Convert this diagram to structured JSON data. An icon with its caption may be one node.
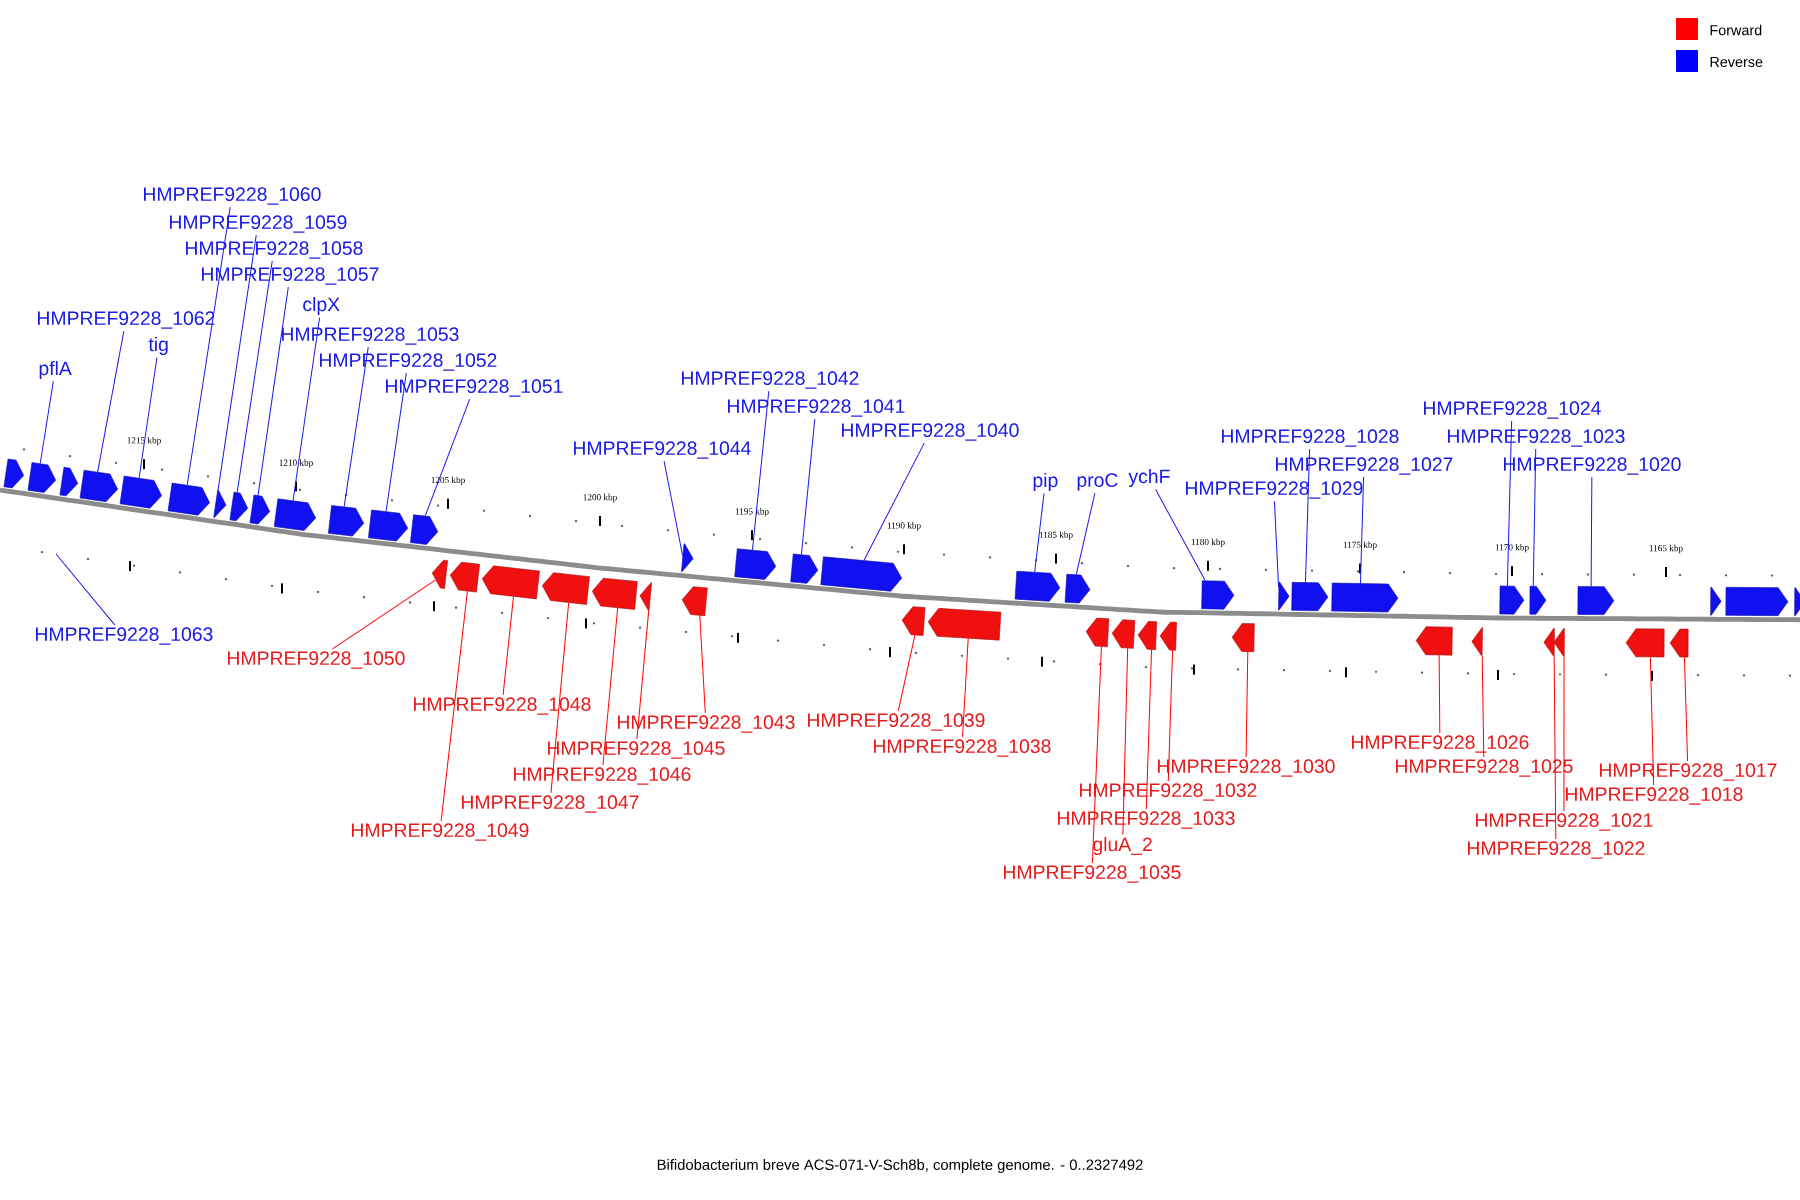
{
  "diagram": {
    "caption": "Bifidobacterium breve ACS-071-V-Sch8b, complete genome. - 0..2327492",
    "nodes": [
      {
        "text": [
          "HMPREF9228_1060"
        ]
      },
      {
        "text": [
          "HMPREF9228_1059"
        ]
      },
      {
        "text": [
          "HMPREF9228_1058"
        ]
      },
      {
        "text": [
          "HMPREF9228_1057"
        ]
      },
      {
        "text": [
          "clpX"
        ]
      },
      {
        "text": [
          "HMPREF9228_1062"
        ]
      },
      {
        "text": [
          "HMPREF9228_1053"
        ]
      },
      {
        "text": [
          "tig"
        ]
      },
      {
        "text": [
          "HMPREF9228_1052"
        ]
      },
      {
        "text": [
          "pflA"
        ]
      },
      {
        "text": [
          "HMPREF9228_1051"
        ]
      },
      {
        "text": [
          "HMPREF9228_1044"
        ]
      },
      {
        "text": [
          "HMPREF9228_1042"
        ]
      },
      {
        "text": [
          "HMPREF9228_1041"
        ]
      },
      {
        "text": [
          "HMPREF9228_1040"
        ]
      },
      {
        "text": [
          "pip"
        ]
      },
      {
        "text": [
          "proC"
        ]
      },
      {
        "text": [
          "ychF"
        ]
      },
      {
        "text": [
          "HMPREF9228_1028"
        ]
      },
      {
        "text": [
          "HMPREF9228_1027"
        ]
      },
      {
        "text": [
          "HMPREF9228_1029"
        ]
      },
      {
        "text": [
          "HMPREF9228_1024"
        ]
      },
      {
        "text": [
          "HMPREF9228_1023"
        ]
      },
      {
        "text": [
          "HMPREF9228_1020"
        ]
      },
      {
        "text": [
          "HMPREF9228_1063"
        ]
      },
      {
        "text": [
          "HMPREF9228_1050"
        ]
      },
      {
        "text": [
          "HMPREF9228_1048"
        ]
      },
      {
        "text": [
          "HMPREF9228_1043"
        ]
      },
      {
        "text": [
          "HMPREF9228_1045"
        ]
      },
      {
        "text": [
          "HMPREF9228_1046"
        ]
      },
      {
        "text": [
          "HMPREF9228_1047"
        ]
      },
      {
        "text": [
          "HMPREF9228_1049"
        ]
      },
      {
        "text": [
          "HMPREF9228_1039"
        ]
      },
      {
        "text": [
          "HMPREF9228_1038"
        ]
      },
      {
        "text": [
          "HMPREF9228_1030"
        ]
      },
      {
        "text": [
          "HMPREF9228_1032"
        ]
      },
      {
        "text": [
          "HMPREF9228_1033"
        ]
      },
      {
        "text": [
          "gluA_2"
        ]
      },
      {
        "text": [
          "HMPREF9228_1035"
        ]
      },
      {
        "text": [
          "HMPREF9228_1026"
        ]
      },
      {
        "text": [
          "HMPREF9228_1025"
        ]
      },
      {
        "text": [
          "HMPREF9228_1017"
        ]
      },
      {
        "text": [
          "HMPREF9228_1018"
        ]
      },
      {
        "text": [
          "HMPREF9228_1021"
        ]
      },
      {
        "text": [
          "HMPREF9228_1022"
        ]
      },
      {
        "text": [],
        "shape": "arrow"
      },
      {
        "text": [],
        "shape": "arrow"
      },
      {
        "text": [],
        "shape": "arrow"
      },
      {
        "text": [],
        "shape": "arrow"
      },
      {
        "text": [],
        "shape": "arrow"
      },
      {
        "text": [],
        "shape": "arrow"
      },
      {
        "text": [],
        "shape": "arrow"
      },
      {
        "text": [],
        "shape": "arrow"
      },
      {
        "text": [],
        "shape": "arrow"
      },
      {
        "text": [],
        "shape": "arrow"
      },
      {
        "text": [],
        "shape": "arrow"
      },
      {
        "text": [],
        "shape": "arrow"
      },
      {
        "text": [],
        "shape": "arrow"
      },
      {
        "text": [],
        "shape": "arrow"
      },
      {
        "text": [],
        "shape": "arrow"
      },
      {
        "text": [],
        "shape": "arrow"
      },
      {
        "text": [],
        "shape": "arrow"
      },
      {
        "text": [],
        "shape": "arrow"
      },
      {
        "text": [],
        "shape": "arrow"
      },
      {
        "text": [],
        "shape": "arrow"
      },
      {
        "text": [],
        "shape": "arrow"
      },
      {
        "text": [],
        "shape": "arrow"
      },
      {
        "text": [],
        "shape": "arrow"
      },
      {
        "text": [],
        "shape": "arrow"
      },
      {
        "text": [],
        "shape": "arrow"
      },
      {
        "text": [],
        "shape": "arrow"
      },
      {
        "text": [],
        "shape": "arrow"
      },
      {
        "text": [],
        "shape": "arrow"
      },
      {
        "text": [],
        "shape": "arrow"
      },
      {
        "text": [],
        "shape": "arrow"
      },
      {
        "text": [],
        "shape": "arrow"
      },
      {
        "text": [],
        "shape": "arrow"
      },
      {
        "text": [],
        "shape": "arrow"
      },
      {
        "text": [],
        "shape": "arrow"
      },
      {
        "text": [],
        "shape": "arrow"
      },
      {
        "text": [],
        "shape": "arrow"
      },
      {
        "text": [],
        "shape": "arrow"
      },
      {
        "text": [],
        "shape": "arrow"
      },
      {
        "text": [],
        "shape": "arrow"
      },
      {
        "text": [],
        "shape": "arrow"
      },
      {
        "text": [],
        "shape": "arrow"
      },
      {
        "text": [],
        "shape": "arrow"
      },
      {
        "text": [],
        "shape": "arrow"
      },
      {
        "text": [],
        "shape": "arrow"
      },
      {
        "text": [],
        "shape": "arrow"
      },
      {
        "text": [],
        "shape": "arrow"
      },
      {
        "text": [],
        "shape": "arrow"
      },
      {
        "text": [],
        "shape": "arrow"
      },
      {
        "text": [],
        "shape": "arrow"
      }
    ],
    "edges": [
      {
        "from": 0,
        "to": 50,
        "arrow": "none"
      },
      {
        "from": 1,
        "to": 51,
        "arrow": "none"
      },
      {
        "from": 2,
        "to": 52,
        "arrow": "none"
      },
      {
        "from": 3,
        "to": 53,
        "arrow": "none"
      },
      {
        "from": 4,
        "to": 54,
        "arrow": "none"
      },
      {
        "from": 5,
        "to": 48,
        "arrow": "none"
      },
      {
        "from": 6,
        "to": 55,
        "arrow": "none"
      },
      {
        "from": 7,
        "to": 49,
        "arrow": "none"
      },
      {
        "from": 8,
        "to": 56,
        "arrow": "none"
      },
      {
        "from": 9,
        "to": 46,
        "arrow": "none"
      },
      {
        "from": 10,
        "to": 57,
        "arrow": "none"
      },
      {
        "from": 11,
        "to": 64,
        "arrow": "none"
      },
      {
        "from": 12,
        "to": 66,
        "arrow": "none"
      },
      {
        "from": 13,
        "to": 67,
        "arrow": "none"
      },
      {
        "from": 14,
        "to": 68,
        "arrow": "none"
      },
      {
        "from": 15,
        "to": 71,
        "arrow": "none"
      },
      {
        "from": 16,
        "to": 72,
        "arrow": "none"
      },
      {
        "from": 17,
        "to": 77,
        "arrow": "none"
      },
      {
        "from": 18,
        "to": 80,
        "arrow": "none"
      },
      {
        "from": 19,
        "to": 81,
        "arrow": "none"
      },
      {
        "from": 20,
        "to": 79,
        "arrow": "none"
      },
      {
        "from": 21,
        "to": 84,
        "arrow": "none"
      },
      {
        "from": 22,
        "to": 85,
        "arrow": "none"
      },
      {
        "from": 23,
        "to": 88,
        "arrow": "none"
      },
      {
        "from": 24,
        "to": null,
        "arrow": "none"
      },
      {
        "from": 25,
        "to": 58,
        "arrow": "none",
        "color": "#ff0000"
      },
      {
        "from": 26,
        "to": 60,
        "arrow": "none",
        "color": "#ff0000"
      },
      {
        "from": 27,
        "to": 65,
        "arrow": "none",
        "color": "#ff0000"
      },
      {
        "from": 28,
        "to": 63,
        "arrow": "none",
        "color": "#ff0000"
      },
      {
        "from": 29,
        "to": 62,
        "arrow": "none",
        "color": "#ff0000"
      },
      {
        "from": 30,
        "to": 61,
        "arrow": "none",
        "color": "#ff0000"
      },
      {
        "from": 31,
        "to": 59,
        "arrow": "none",
        "color": "#ff0000"
      },
      {
        "from": 32,
        "to": 69,
        "arrow": "none",
        "color": "#ff0000"
      },
      {
        "from": 33,
        "to": 70,
        "arrow": "none",
        "color": "#ff0000"
      },
      {
        "from": 34,
        "to": 78,
        "arrow": "none",
        "color": "#ff0000"
      },
      {
        "from": 35,
        "to": 76,
        "arrow": "none",
        "color": "#ff0000"
      },
      {
        "from": 36,
        "to": 75,
        "arrow": "none",
        "color": "#ff0000"
      },
      {
        "from": 37,
        "to": 74,
        "arrow": "none",
        "color": "#ff0000"
      },
      {
        "from": 38,
        "to": 73,
        "arrow": "none",
        "color": "#ff0000"
      },
      {
        "from": 39,
        "to": 82,
        "arrow": "none",
        "color": "#ff0000"
      },
      {
        "from": 40,
        "to": 83,
        "arrow": "none",
        "color": "#ff0000"
      },
      {
        "from": 41,
        "to": 90,
        "arrow": "none",
        "color": "#ff0000"
      },
      {
        "from": 42,
        "to": 89,
        "arrow": "none",
        "color": "#ff0000"
      },
      {
        "from": 43,
        "to": 87,
        "arrow": "none",
        "color": "#ff0000"
      },
      {
        "from": 44,
        "to": 86,
        "arrow": "none",
        "color": "#ff0000"
      }
    ],
    "labels": [
      "1215 kbp",
      "1210 kbp",
      "1205 kbp",
      "1200 kbp",
      "1195 kbp",
      "1190 kbp",
      "1185 kbp",
      "1180 kbp",
      "1175 kbp",
      "1170 kbp",
      "1165 kbp"
    ],
    "legend": [
      {
        "text": "Forward",
        "color": "#ff0000"
      },
      {
        "text": "Reverse",
        "color": "#0000ff"
      }
    ]
  }
}
